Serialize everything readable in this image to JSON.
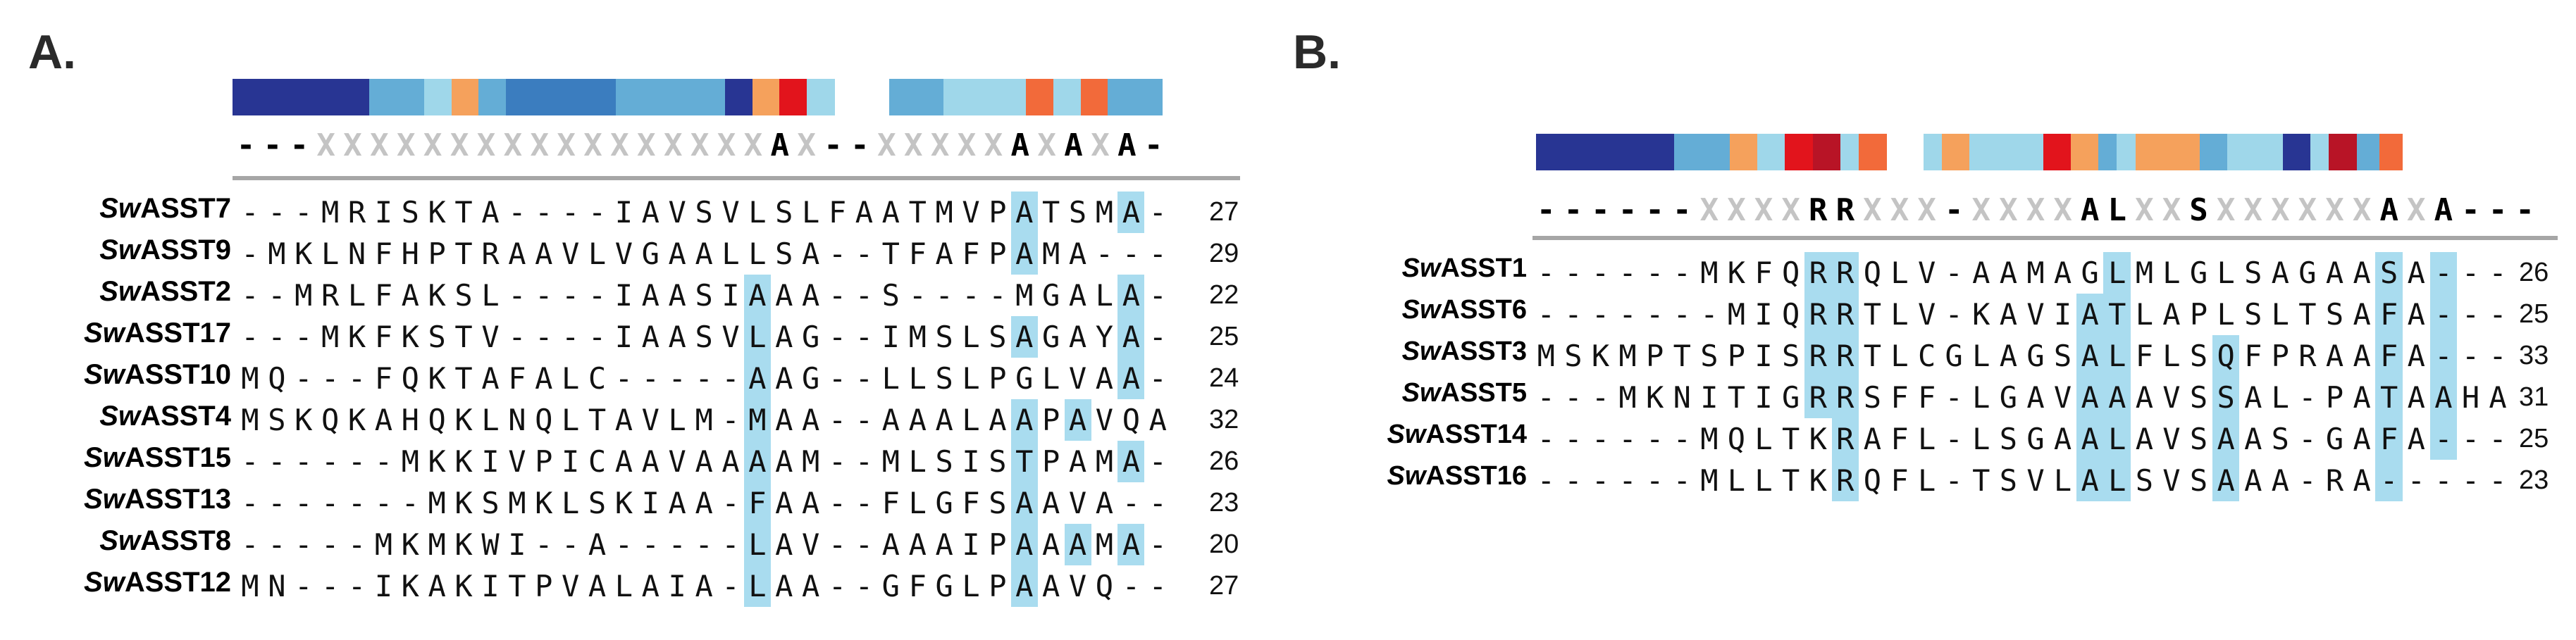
{
  "panels": [
    {
      "id": "A",
      "label": "A.",
      "consensus": "---XXXXXXXXXXXXXXXXXAX--XXXXXAXAXA-",
      "colorbar": [
        {
          "color": "#283593",
          "w": 5
        },
        {
          "color": "#64add6",
          "w": 2
        },
        {
          "color": "#9fd7ea",
          "w": 1
        },
        {
          "color": "#f5a15c",
          "w": 1
        },
        {
          "color": "#64add6",
          "w": 1
        },
        {
          "color": "#3b7dbf",
          "w": 4
        },
        {
          "color": "#64add6",
          "w": 4
        },
        {
          "color": "#283593",
          "w": 1
        },
        {
          "color": "#f5a15c",
          "w": 1
        },
        {
          "color": "#e2141c",
          "w": 1
        },
        {
          "color": "#9fd7ea",
          "w": 1
        },
        {
          "color": null,
          "w": 2
        },
        {
          "color": "#64add6",
          "w": 2
        },
        {
          "color": "#9fd7ea",
          "w": 3
        },
        {
          "color": "#f26a3a",
          "w": 1
        },
        {
          "color": "#9fd7ea",
          "w": 1
        },
        {
          "color": "#f26a3a",
          "w": 1
        },
        {
          "color": "#64add6",
          "w": 2
        }
      ],
      "rows": [
        {
          "prefix": "Sw",
          "name": "ASST7",
          "seq": "---MRISKTA----IAVSVLSLFAATMVPATSMA-",
          "hl": [
            29,
            33
          ],
          "length": "27"
        },
        {
          "prefix": "Sw",
          "name": "ASST9",
          "seq": "-MKLNFHPTRAAVLVGAALLSA--TFAFPAMA---",
          "hl": [
            29
          ],
          "length": "29"
        },
        {
          "prefix": "Sw",
          "name": "ASST2",
          "seq": "--MRLFAKSL----IAASIAAA--S----MGALA-",
          "hl": [
            19,
            33
          ],
          "length": "22"
        },
        {
          "prefix": "Sw",
          "name": "ASST17",
          "seq": "---MKFKSTV----IAASVLAG--IMSLSAGAYA-",
          "hl": [
            19,
            29,
            33
          ],
          "length": "25"
        },
        {
          "prefix": "Sw",
          "name": "ASST10",
          "seq": "MQ---FQKTAFALC-----AAG--LLSLPGLVAA-",
          "hl": [
            19,
            33
          ],
          "length": "24"
        },
        {
          "prefix": "Sw",
          "name": "ASST4",
          "seq": "MSKQKAHQKLNQLTAVLM-MAA--AAALAAPAVQA",
          "hl": [
            19,
            29,
            31
          ],
          "length": "32"
        },
        {
          "prefix": "Sw",
          "name": "ASST15",
          "seq": "------MKKIVPICAAVAAAAM--MLSISTPAMA-",
          "hl": [
            19,
            29,
            33
          ],
          "length": "26"
        },
        {
          "prefix": "Sw",
          "name": "ASST13",
          "seq": "-------MKSMKLSKIAA-FAA--FLGFSAAVA--",
          "hl": [
            19,
            29
          ],
          "length": "23"
        },
        {
          "prefix": "Sw",
          "name": "ASST8",
          "seq": "-----MKMKWI--A-----LAV--AAAIPAAAMA-",
          "hl": [
            19,
            29,
            31,
            33
          ],
          "length": "20"
        },
        {
          "prefix": "Sw",
          "name": "ASST12",
          "seq": "MN---IKAKITPVALAIA-LAA--GFGLPAAVQ--",
          "hl": [
            19,
            29
          ],
          "length": "27"
        }
      ]
    },
    {
      "id": "B",
      "label": "B.",
      "consensus": "------XXXXRRXXX-XXXXALXXSXXXXXXAXA---",
      "colorbar": [
        {
          "color": "#283593",
          "w": 3
        },
        {
          "color": "#64add6",
          "w": 1.2
        },
        {
          "color": "#f5a15c",
          "w": 0.6
        },
        {
          "color": "#9fd7ea",
          "w": 0.6
        },
        {
          "color": "#e2141c",
          "w": 0.6
        },
        {
          "color": "#b81426",
          "w": 0.6
        },
        {
          "color": "#9fd7ea",
          "w": 0.4
        },
        {
          "color": "#f26a3a",
          "w": 0.6
        },
        {
          "color": null,
          "w": 0.8
        },
        {
          "color": "#9fd7ea",
          "w": 0.4
        },
        {
          "color": "#f5a15c",
          "w": 0.6
        },
        {
          "color": "#9fd7ea",
          "w": 1.6
        },
        {
          "color": "#e2141c",
          "w": 0.6
        },
        {
          "color": "#f5a15c",
          "w": 0.6
        },
        {
          "color": "#64add6",
          "w": 0.4
        },
        {
          "color": "#9fd7ea",
          "w": 0.4
        },
        {
          "color": "#f5a15c",
          "w": 1.4
        },
        {
          "color": "#64add6",
          "w": 0.6
        },
        {
          "color": "#9fd7ea",
          "w": 1.2
        },
        {
          "color": "#283593",
          "w": 0.6
        },
        {
          "color": "#9fd7ea",
          "w": 0.4
        },
        {
          "color": "#b81426",
          "w": 0.6
        },
        {
          "color": "#64add6",
          "w": 0.5
        },
        {
          "color": "#f26a3a",
          "w": 0.5
        }
      ],
      "rows": [
        {
          "prefix": "Sw",
          "name": "ASST1",
          "seq": "------MKFQRRQLV-AAMAGLMLGLSAGAASA---",
          "hl": [
            10,
            11,
            21,
            31,
            33
          ],
          "length": "26"
        },
        {
          "prefix": "Sw",
          "name": "ASST6",
          "seq": "-------MIQRRTLV-KAVIATLAPLSLTSAFA---",
          "hl": [
            10,
            11,
            20,
            21,
            31,
            33
          ],
          "length": "25"
        },
        {
          "prefix": "Sw",
          "name": "ASST3",
          "seq": "MSKMPTSPISRRTLCGLAGSALFLSQFPRAAFA---",
          "hl": [
            10,
            11,
            20,
            21,
            25,
            31,
            33
          ],
          "length": "33"
        },
        {
          "prefix": "Sw",
          "name": "ASST5",
          "seq": "---MKNITIGRRSFF-LGAVAAAVSSAL-PATAAHA",
          "hl": [
            10,
            11,
            20,
            21,
            25,
            31,
            33
          ],
          "length": "31"
        },
        {
          "prefix": "Sw",
          "name": "ASST14",
          "seq": "------MQLTKRAFL-LSGAALAVSAAS-GAFA---",
          "hl": [
            11,
            20,
            21,
            25,
            31,
            33
          ],
          "length": "25"
        },
        {
          "prefix": "Sw",
          "name": "ASST16",
          "seq": "------MLLTKRQFL-TSVLALSVSAAA-RA-----",
          "hl": [
            11,
            20,
            21,
            25,
            31
          ],
          "length": "23"
        }
      ]
    }
  ]
}
